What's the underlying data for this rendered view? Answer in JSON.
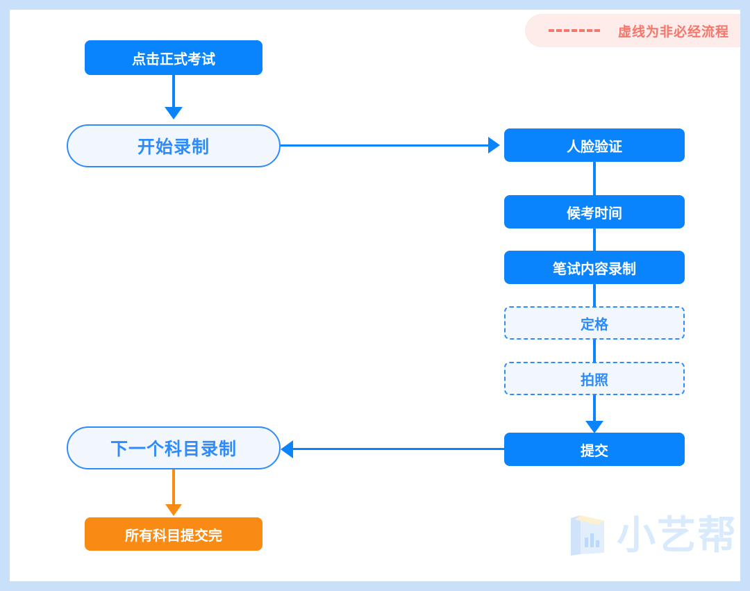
{
  "frame": {
    "border_color": "#c9e0fb",
    "canvas_color": "#ffffff"
  },
  "legend": {
    "name": "dashed-line-legend",
    "text": "虚线为非必经流程",
    "dash_color": "#f5766b",
    "text_color": "#f5766b",
    "background": "#fdecea"
  },
  "palette": {
    "blue": "#0a84fd",
    "blue_border": "#2e8bfc",
    "light_blue_fill": "#f2f7fe",
    "orange": "#f98a14",
    "white": "#ffffff",
    "watermark": "#daeafd"
  },
  "flow": {
    "nodes": [
      {
        "id": "start-exam",
        "label": "点击正式考试",
        "style": "solid-blue"
      },
      {
        "id": "start-recording",
        "label": "开始录制",
        "style": "pill"
      },
      {
        "id": "face-verify",
        "label": "人脸验证",
        "style": "solid-blue"
      },
      {
        "id": "waiting-time",
        "label": "候考时间",
        "style": "solid-blue"
      },
      {
        "id": "written-recording",
        "label": "笔试内容录制",
        "style": "solid-blue"
      },
      {
        "id": "freeze-frame",
        "label": "定格",
        "style": "dashed"
      },
      {
        "id": "take-photo",
        "label": "拍照",
        "style": "dashed"
      },
      {
        "id": "submit",
        "label": "提交",
        "style": "solid-blue"
      },
      {
        "id": "next-subject",
        "label": "下一个科目录制",
        "style": "pill"
      },
      {
        "id": "all-submitted",
        "label": "所有科目提交完",
        "style": "solid-orange"
      }
    ]
  },
  "watermark": {
    "text": "小艺帮"
  }
}
